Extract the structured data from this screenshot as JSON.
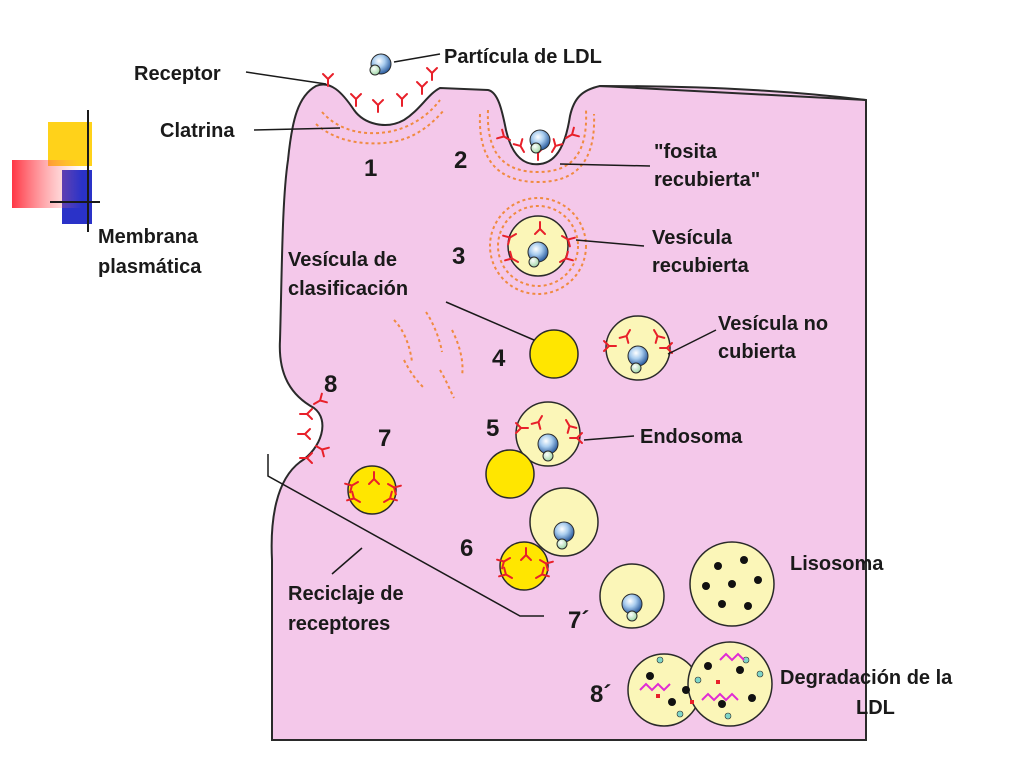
{
  "labels": {
    "particula_ldl": "Partícula de LDL",
    "receptor": "Receptor",
    "clatrina": "Clatrina",
    "membrana_1": "Membrana",
    "membrana_2": "plasmática",
    "fosita_1": "\"fosita",
    "fosita_2": "recubierta\"",
    "vesicula_recubierta_1": "Vesícula",
    "vesicula_recubierta_2": "recubierta",
    "vesicula_clasificacion_1": "Vesícula de",
    "vesicula_clasificacion_2": "clasificación",
    "vesicula_no_cubierta_1": "Vesícula no",
    "vesicula_no_cubierta_2": "cubierta",
    "endosoma": "Endosoma",
    "lisosoma": "Lisosoma",
    "reciclaje_1": "Reciclaje de",
    "reciclaje_2": "receptores",
    "degradacion_1": "Degradación de la",
    "degradacion_2": "LDL"
  },
  "step_numbers": {
    "n1": "1",
    "n2": "2",
    "n3": "3",
    "n4": "4",
    "n5": "5",
    "n6": "6",
    "n7": "7",
    "n8": "8",
    "n7p": "7´",
    "n8p": "8´"
  },
  "colors": {
    "cytoplasm": "#f4c8ea",
    "membrane": "#2a2a2a",
    "receptor": "#e8202a",
    "clathrin": "#f08a40",
    "vesicle_fill": "#fbf6b8",
    "sorting_vesicle": "#ffe600",
    "lysosome": "#fbf6b8",
    "ldl_particle": "#b8d8f4",
    "ldl_core": "#2a5a9a"
  },
  "icons": {
    "deco": "slide-decoration-squares"
  }
}
